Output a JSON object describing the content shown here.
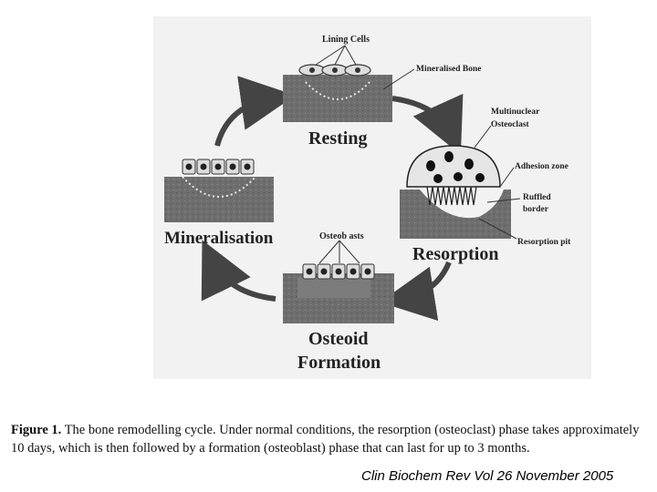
{
  "diagram": {
    "stages": {
      "resting": "Resting",
      "resorption": "Resorption",
      "osteoid_formation_line1": "Osteoid",
      "osteoid_formation_line2": "Formation",
      "mineralisation": "Mineralisation"
    },
    "labels": {
      "lining_cells": "Lining Cells",
      "mineralised_bone": "Mineralised Bone",
      "multinuclear_osteoclast_line1": "Multinuclear",
      "multinuclear_osteoclast_line2": "Osteoclast",
      "adhesion_zone": "Adhesion zone",
      "ruffled_border_line1": "Ruffled",
      "ruffled_border_line2": "border",
      "resorption_pit": "Resorption pit",
      "osteoblasts": "Osteob asts"
    }
  },
  "caption": {
    "prefix": "Figure 1.",
    "text": "The bone remodelling cycle. Under normal conditions, the resorption (osteoclast) phase takes approximately 10 days, which is then followed by a formation (osteoblast) phase that can last for up to 3 months."
  },
  "citation": "Clin Biochem Rev Vol 26 November 2005",
  "colors": {
    "bone_block": "#6e6e6e",
    "figure_bg": "#f2f2f2",
    "arrow": "#444444"
  }
}
